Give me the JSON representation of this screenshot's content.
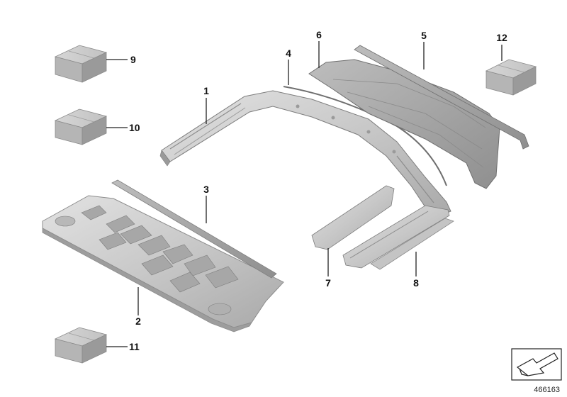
{
  "callouts": {
    "c1": "1",
    "c2": "2",
    "c3": "3",
    "c4": "4",
    "c5": "5",
    "c6": "6",
    "c7": "7",
    "c8": "8",
    "c9": "9",
    "c10": "10",
    "c11": "11",
    "c12": "12"
  },
  "reference_number": "466163"
}
